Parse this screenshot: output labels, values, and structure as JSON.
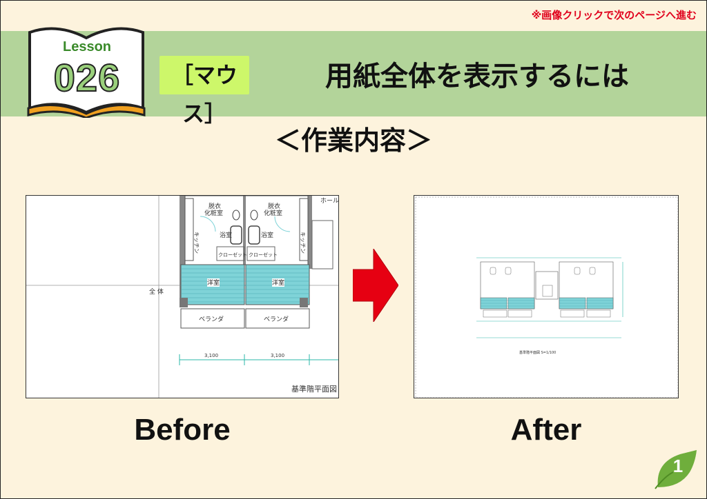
{
  "header": {
    "notice": "※画像クリックで次のページへ進む",
    "lesson_word": "Lesson",
    "lesson_number": "026",
    "category": "［マウス］",
    "title": "用紙全体を表示するには"
  },
  "section_title": "＜作業内容＞",
  "before": {
    "caption": "Before",
    "drawing_labels": {
      "hall": "ホール",
      "dressing": "脱衣",
      "powder_room": "化粧室",
      "kitchen": "キッチン",
      "bath": "浴室",
      "closet": "クローゼット",
      "western_room": "洋室",
      "veranda": "ベランダ",
      "overall": "全 体",
      "dimension": "3,100",
      "plan_title": "基準階平面図"
    }
  },
  "after": {
    "caption": "After",
    "plan_title": "基準階平面図 S=1/100"
  },
  "page_number": "1",
  "colors": {
    "background": "#fdf3dd",
    "banner": "#b3d49a",
    "category_bg": "#cdf76a",
    "notice": "#e0001c",
    "arrow": "#e60012",
    "teal": "#7fd3d8"
  }
}
